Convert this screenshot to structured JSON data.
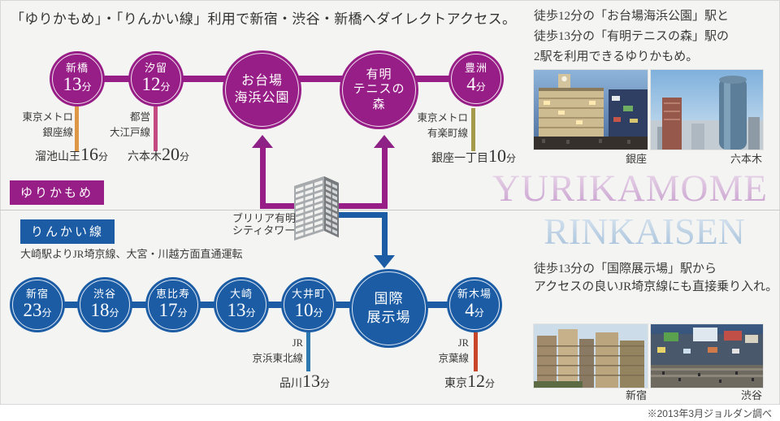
{
  "title": "「ゆりかもめ」・「りんかい線」利用で新宿・渋谷・新橋へダイレクトアクセス。",
  "footnote": "※2013年3月ジョルダン調べ",
  "colors": {
    "yurikamome": "#981e87",
    "rinkai": "#1b5ca5",
    "ginza_line": "#dd9746",
    "oedo_line": "#c44b82",
    "yurakucho_line": "#a59a49",
    "keihin_tohoku_line": "#2b79b0",
    "keiyo_line": "#c8472b"
  },
  "building": {
    "label1": "ブリリア有明",
    "label2": "シティタワー"
  },
  "yurikamome": {
    "badge": "ゆりかもめ",
    "watermark": "YURIKAMOME",
    "description": [
      "徒歩12分の「お台場海浜公園」駅と",
      "徒歩13分の「有明テニスの森」駅の",
      "2駅を利用できるゆりかもめ。"
    ],
    "stations": [
      {
        "name": "新橋",
        "minutes": "13",
        "unit": "分"
      },
      {
        "name": "汐留",
        "minutes": "12",
        "unit": "分"
      },
      {
        "line1": "お台場",
        "line2": "海浜公園"
      },
      {
        "line1": "有明",
        "line2": "テニスの",
        "line3": "森"
      },
      {
        "name": "豊洲",
        "minutes": "4",
        "unit": "分"
      }
    ],
    "transfers": [
      {
        "rail1": "東京メトロ",
        "rail2": "銀座線",
        "dest": "溜池山王",
        "minutes": "16",
        "unit": "分"
      },
      {
        "rail1": "都営",
        "rail2": "大江戸線",
        "dest": "六本木",
        "minutes": "20",
        "unit": "分"
      },
      {
        "rail1": "東京メトロ",
        "rail2": "有楽町線",
        "dest": "銀座一丁目",
        "minutes": "10",
        "unit": "分"
      }
    ],
    "photos": [
      {
        "caption": "銀座"
      },
      {
        "caption": "六本木"
      }
    ]
  },
  "rinkai": {
    "badge": "りんかい線",
    "watermark": "RINKAISEN",
    "note": "大崎駅よりJR埼京線、大宮・川越方面直通運転",
    "description": [
      "徒歩13分の「国際展示場」駅から",
      "アクセスの良いJR埼京線にも直接乗り入れ。"
    ],
    "stations": [
      {
        "name": "新宿",
        "minutes": "23",
        "unit": "分"
      },
      {
        "name": "渋谷",
        "minutes": "18",
        "unit": "分"
      },
      {
        "name": "恵比寿",
        "minutes": "17",
        "unit": "分"
      },
      {
        "name": "大崎",
        "minutes": "13",
        "unit": "分"
      },
      {
        "name": "大井町",
        "minutes": "10",
        "unit": "分"
      },
      {
        "line1": "国際",
        "line2": "展示場"
      },
      {
        "name": "新木場",
        "minutes": "4",
        "unit": "分"
      }
    ],
    "transfers": [
      {
        "rail1": "JR",
        "rail2": "京浜東北線",
        "dest": "品川",
        "minutes": "13",
        "unit": "分"
      },
      {
        "rail1": "JR",
        "rail2": "京葉線",
        "dest": "東京",
        "minutes": "12",
        "unit": "分"
      }
    ],
    "photos": [
      {
        "caption": "新宿"
      },
      {
        "caption": "渋谷"
      }
    ]
  }
}
